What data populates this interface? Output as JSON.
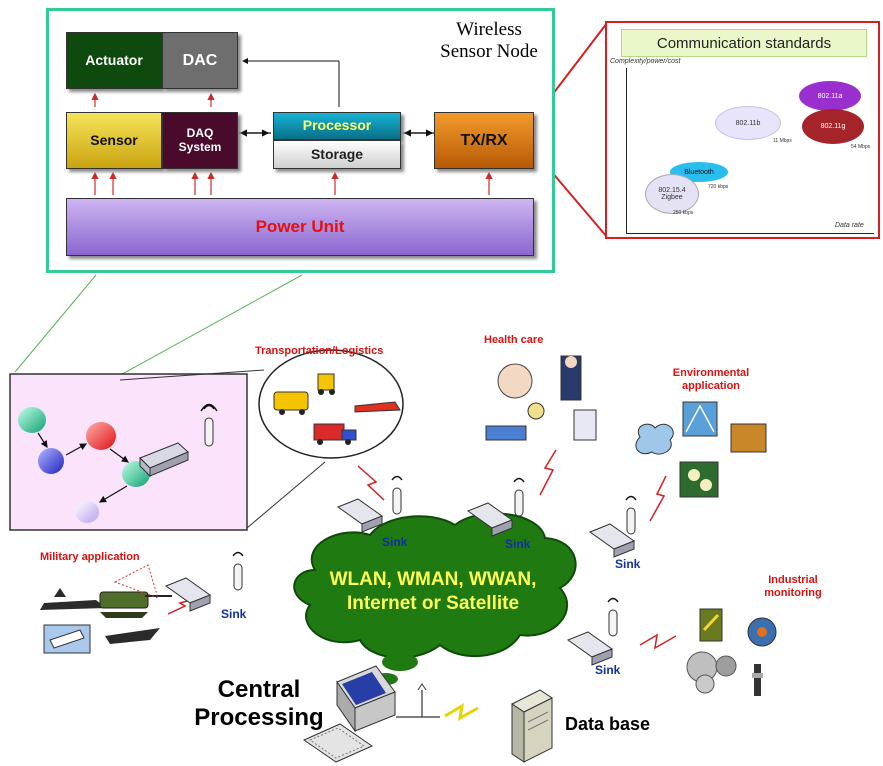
{
  "node": {
    "title_line1": "Wireless",
    "title_line2": "Sensor Node",
    "actuator": "Actuator",
    "dac": "DAC",
    "sensor": "Sensor",
    "daq_line1": "DAQ",
    "daq_line2": "System",
    "processor": "Processor",
    "storage": "Storage",
    "txrx": "TX/RX",
    "power": "Power Unit"
  },
  "standards": {
    "title": "Communication standards",
    "y_axis": "Complexity/power/cost",
    "x_axis": "Data rate",
    "items": {
      "a80211a": "802.11a",
      "a80211g": "802.11g",
      "a80211b": "802.11b",
      "bluetooth": "Bluetooth",
      "zigbee_line1": "802.15.4",
      "zigbee_line2": "Zigbee"
    },
    "rates": {
      "r11": "11 Mbps",
      "r54": "54 Mbps",
      "r720": "720 kbps",
      "r250": "250 kbps"
    }
  },
  "apps": {
    "transport": "Transportation/Logistics",
    "health": "Health care",
    "env_line1": "Environmental",
    "env_line2": "application",
    "military": "Military application",
    "industrial_line1": "Industrial",
    "industrial_line2": "monitoring"
  },
  "sinks": [
    "Sink",
    "Sink",
    "Sink",
    "Sink",
    "Sink"
  ],
  "cloud": {
    "line1": "WLAN, WMAN, WWAN,",
    "line2": "Internet or Satellite"
  },
  "central": {
    "line1": "Central",
    "line2": "Processing"
  },
  "database": "Data base",
  "colors": {
    "node_border": "#33cc99",
    "std_border": "#d42020",
    "cloud": "#1f7a12",
    "cloud_text": "#ffff55",
    "app_label": "#dd1010",
    "sink_label": "#1030a0"
  }
}
